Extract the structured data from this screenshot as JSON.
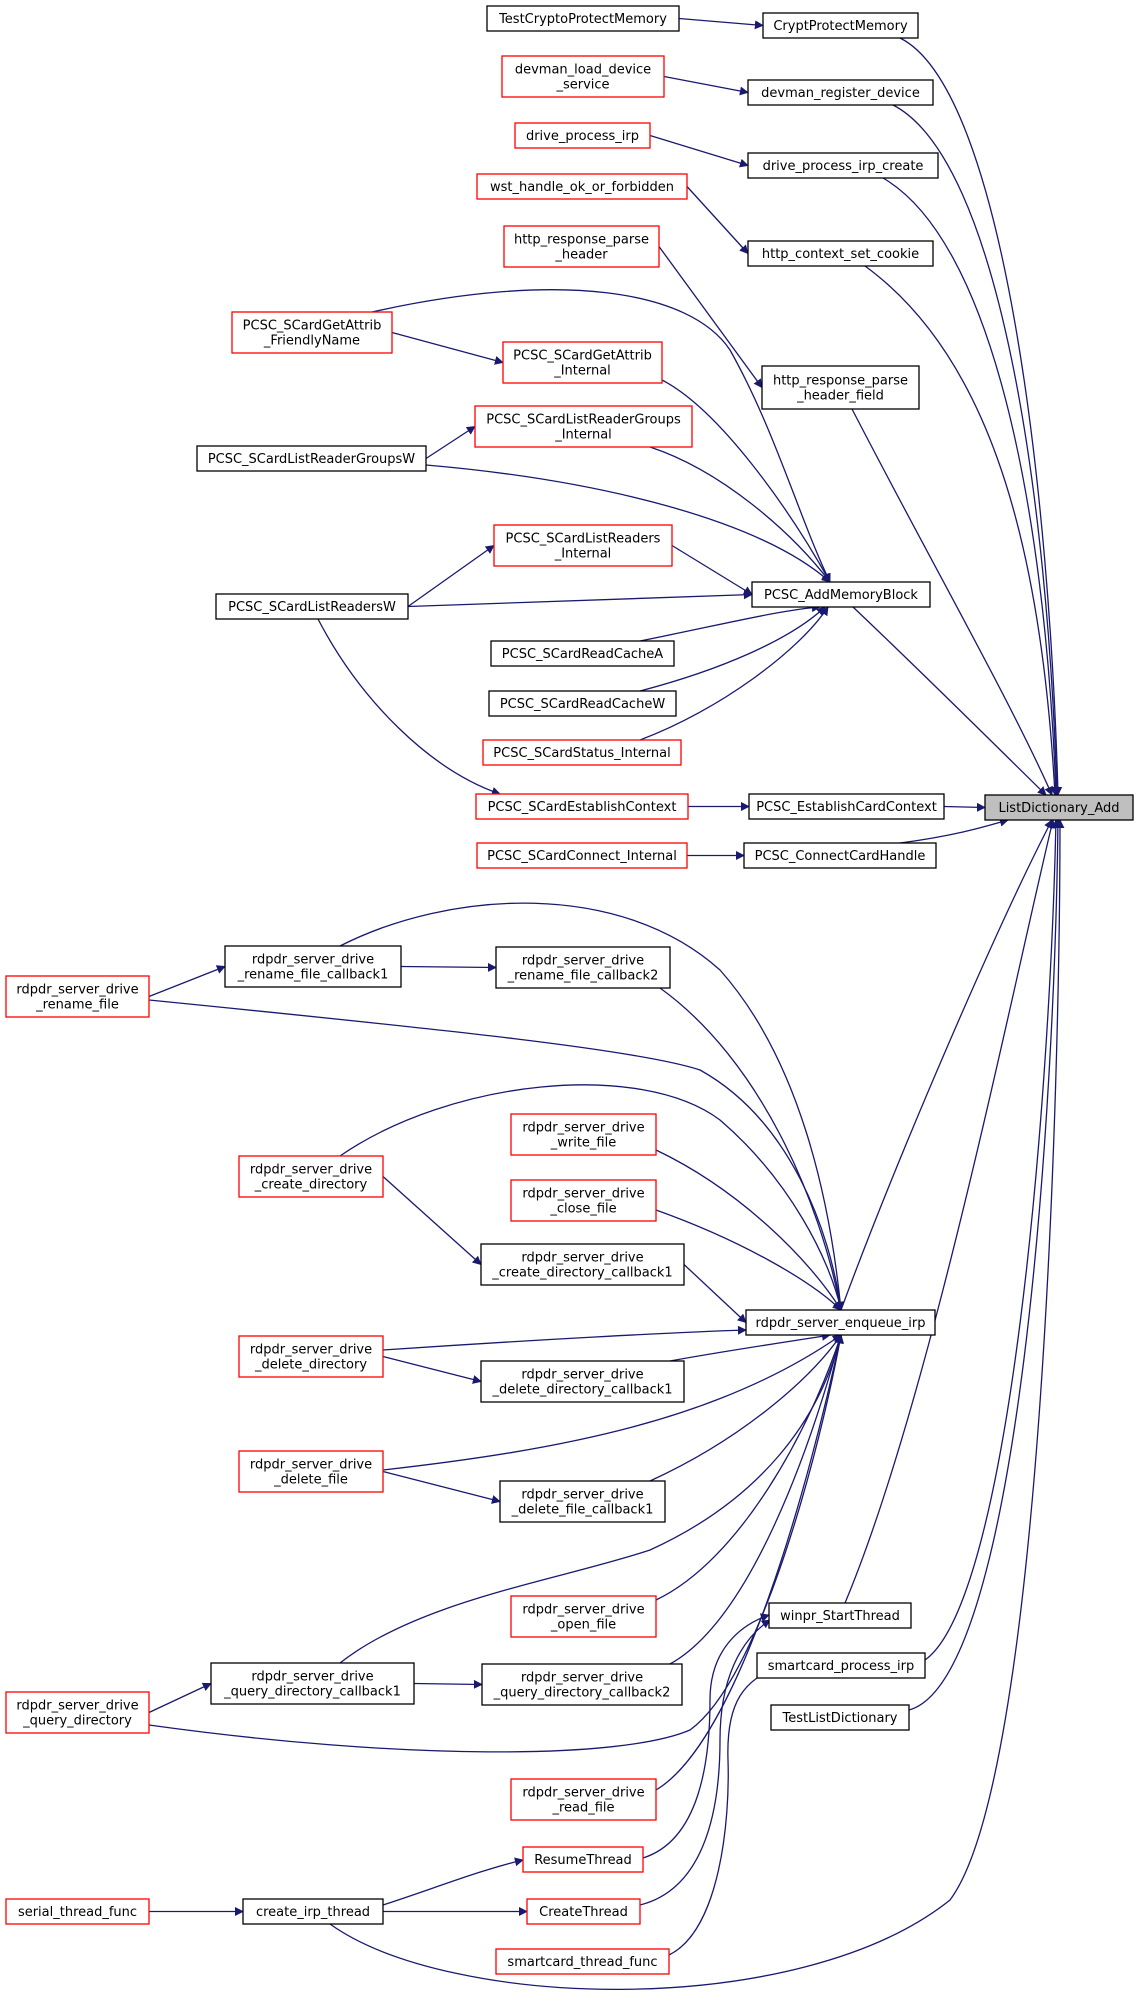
{
  "graph": {
    "title": "",
    "colors": {
      "edge": "#191970",
      "node_fill": "#ffffff",
      "node_border": "#000000",
      "undocumented_border": "#ff0000",
      "root_fill": "#bfbfbf"
    },
    "nodes": [
      {
        "id": "listdictionary-add",
        "lines": [
          "ListDictionary_Add"
        ],
        "style": "root"
      },
      {
        "id": "cryptprotectmemory",
        "lines": [
          "CryptProtectMemory"
        ],
        "style": "black"
      },
      {
        "id": "testcryptoprotectmemory",
        "lines": [
          "TestCryptoProtectMemory"
        ],
        "style": "black"
      },
      {
        "id": "devman-register-device",
        "lines": [
          "devman_register_device"
        ],
        "style": "black"
      },
      {
        "id": "devman-load-device-service",
        "lines": [
          "devman_load_device",
          "_service"
        ],
        "style": "red"
      },
      {
        "id": "drive-process-irp-create",
        "lines": [
          "drive_process_irp_create"
        ],
        "style": "black"
      },
      {
        "id": "drive-process-irp",
        "lines": [
          "drive_process_irp"
        ],
        "style": "red"
      },
      {
        "id": "http-context-set-cookie",
        "lines": [
          "http_context_set_cookie"
        ],
        "style": "black"
      },
      {
        "id": "wst-handle-ok-or-forbidden",
        "lines": [
          "wst_handle_ok_or_forbidden"
        ],
        "style": "red"
      },
      {
        "id": "http-response-parse-header-field",
        "lines": [
          "http_response_parse",
          "_header_field"
        ],
        "style": "black"
      },
      {
        "id": "http-response-parse-header",
        "lines": [
          "http_response_parse",
          "_header"
        ],
        "style": "red"
      },
      {
        "id": "pcsc-addmemoryblock",
        "lines": [
          "PCSC_AddMemoryBlock"
        ],
        "style": "black"
      },
      {
        "id": "pcsc-scardgetattrib-friendlyname",
        "lines": [
          "PCSC_SCardGetAttrib",
          "_FriendlyName"
        ],
        "style": "red"
      },
      {
        "id": "pcsc-scardgetattrib-internal",
        "lines": [
          "PCSC_SCardGetAttrib",
          "_Internal"
        ],
        "style": "red"
      },
      {
        "id": "pcsc-scardlistreadergroups-internal",
        "lines": [
          "PCSC_SCardListReaderGroups",
          "_Internal"
        ],
        "style": "red"
      },
      {
        "id": "pcsc-scardlistreadergroupsw",
        "lines": [
          "PCSC_SCardListReaderGroupsW"
        ],
        "style": "black"
      },
      {
        "id": "pcsc-scardlistreaders-internal",
        "lines": [
          "PCSC_SCardListReaders",
          "_Internal"
        ],
        "style": "red"
      },
      {
        "id": "pcsc-scardlistreadersw",
        "lines": [
          "PCSC_SCardListReadersW"
        ],
        "style": "black"
      },
      {
        "id": "pcsc-scardreadcachea",
        "lines": [
          "PCSC_SCardReadCacheA"
        ],
        "style": "black"
      },
      {
        "id": "pcsc-scardreadcachew",
        "lines": [
          "PCSC_SCardReadCacheW"
        ],
        "style": "black"
      },
      {
        "id": "pcsc-scardstatus-internal",
        "lines": [
          "PCSC_SCardStatus_Internal"
        ],
        "style": "red"
      },
      {
        "id": "pcsc-scardestablishcontext",
        "lines": [
          "PCSC_SCardEstablishContext"
        ],
        "style": "red"
      },
      {
        "id": "pcsc-establishcardcontext",
        "lines": [
          "PCSC_EstablishCardContext"
        ],
        "style": "black"
      },
      {
        "id": "pcsc-scardconnect-internal",
        "lines": [
          "PCSC_SCardConnect_Internal"
        ],
        "style": "red"
      },
      {
        "id": "pcsc-connectcardhandle",
        "lines": [
          "PCSC_ConnectCardHandle"
        ],
        "style": "black"
      },
      {
        "id": "rdpdr-rename-file-callback1",
        "lines": [
          "rdpdr_server_drive",
          "_rename_file_callback1"
        ],
        "style": "black"
      },
      {
        "id": "rdpdr-rename-file-callback2",
        "lines": [
          "rdpdr_server_drive",
          "_rename_file_callback2"
        ],
        "style": "black"
      },
      {
        "id": "rdpdr-rename-file",
        "lines": [
          "rdpdr_server_drive",
          "_rename_file"
        ],
        "style": "red"
      },
      {
        "id": "rdpdr-write-file",
        "lines": [
          "rdpdr_server_drive",
          "_write_file"
        ],
        "style": "red"
      },
      {
        "id": "rdpdr-create-directory",
        "lines": [
          "rdpdr_server_drive",
          "_create_directory"
        ],
        "style": "red"
      },
      {
        "id": "rdpdr-close-file",
        "lines": [
          "rdpdr_server_drive",
          "_close_file"
        ],
        "style": "red"
      },
      {
        "id": "rdpdr-create-directory-callback1",
        "lines": [
          "rdpdr_server_drive",
          "_create_directory_callback1"
        ],
        "style": "black"
      },
      {
        "id": "rdpdr-server-enqueue-irp",
        "lines": [
          "rdpdr_server_enqueue_irp"
        ],
        "style": "black"
      },
      {
        "id": "rdpdr-delete-directory",
        "lines": [
          "rdpdr_server_drive",
          "_delete_directory"
        ],
        "style": "red"
      },
      {
        "id": "rdpdr-delete-directory-callback1",
        "lines": [
          "rdpdr_server_drive",
          "_delete_directory_callback1"
        ],
        "style": "black"
      },
      {
        "id": "rdpdr-delete-file",
        "lines": [
          "rdpdr_server_drive",
          "_delete_file"
        ],
        "style": "red"
      },
      {
        "id": "rdpdr-delete-file-callback1",
        "lines": [
          "rdpdr_server_drive",
          "_delete_file_callback1"
        ],
        "style": "black"
      },
      {
        "id": "winpr-startthread",
        "lines": [
          "winpr_StartThread"
        ],
        "style": "black"
      },
      {
        "id": "rdpdr-open-file",
        "lines": [
          "rdpdr_server_drive",
          "_open_file"
        ],
        "style": "red"
      },
      {
        "id": "rdpdr-query-directory-callback1",
        "lines": [
          "rdpdr_server_drive",
          "_query_directory_callback1"
        ],
        "style": "black"
      },
      {
        "id": "rdpdr-query-directory-callback2",
        "lines": [
          "rdpdr_server_drive",
          "_query_directory_callback2"
        ],
        "style": "black"
      },
      {
        "id": "smartcard-process-irp",
        "lines": [
          "smartcard_process_irp"
        ],
        "style": "black"
      },
      {
        "id": "rdpdr-query-directory",
        "lines": [
          "rdpdr_server_drive",
          "_query_directory"
        ],
        "style": "red"
      },
      {
        "id": "testlistdictionary",
        "lines": [
          "TestListDictionary"
        ],
        "style": "black"
      },
      {
        "id": "rdpdr-read-file",
        "lines": [
          "rdpdr_server_drive",
          "_read_file"
        ],
        "style": "red"
      },
      {
        "id": "resumethread",
        "lines": [
          "ResumeThread"
        ],
        "style": "red"
      },
      {
        "id": "serial-thread-func",
        "lines": [
          "serial_thread_func"
        ],
        "style": "red"
      },
      {
        "id": "create-irp-thread",
        "lines": [
          "create_irp_thread"
        ],
        "style": "black"
      },
      {
        "id": "createthread",
        "lines": [
          "CreateThread"
        ],
        "style": "red"
      },
      {
        "id": "smartcard-thread-func",
        "lines": [
          "smartcard_thread_func"
        ],
        "style": "red"
      }
    ],
    "edges": [
      [
        "testcryptoprotectmemory",
        "cryptprotectmemory"
      ],
      [
        "cryptprotectmemory",
        "listdictionary-add"
      ],
      [
        "devman-load-device-service",
        "devman-register-device"
      ],
      [
        "devman-register-device",
        "listdictionary-add"
      ],
      [
        "drive-process-irp",
        "drive-process-irp-create"
      ],
      [
        "drive-process-irp-create",
        "listdictionary-add"
      ],
      [
        "wst-handle-ok-or-forbidden",
        "http-context-set-cookie"
      ],
      [
        "http-context-set-cookie",
        "listdictionary-add"
      ],
      [
        "http-response-parse-header",
        "http-response-parse-header-field"
      ],
      [
        "http-response-parse-header-field",
        "listdictionary-add"
      ],
      [
        "pcsc-addmemoryblock",
        "listdictionary-add"
      ],
      [
        "pcsc-scardgetattrib-friendlyname",
        "pcsc-addmemoryblock"
      ],
      [
        "pcsc-scardgetattrib-friendlyname",
        "pcsc-scardgetattrib-internal"
      ],
      [
        "pcsc-scardgetattrib-internal",
        "pcsc-addmemoryblock"
      ],
      [
        "pcsc-scardlistreadergroupsw",
        "pcsc-scardlistreadergroups-internal"
      ],
      [
        "pcsc-scardlistreadergroups-internal",
        "pcsc-addmemoryblock"
      ],
      [
        "pcsc-scardlistreadergroupsw",
        "pcsc-addmemoryblock"
      ],
      [
        "pcsc-scardlistreadersw",
        "pcsc-scardlistreaders-internal"
      ],
      [
        "pcsc-scardlistreaders-internal",
        "pcsc-addmemoryblock"
      ],
      [
        "pcsc-scardlistreadersw",
        "pcsc-addmemoryblock"
      ],
      [
        "pcsc-scardreadcachea",
        "pcsc-addmemoryblock"
      ],
      [
        "pcsc-scardreadcachew",
        "pcsc-addmemoryblock"
      ],
      [
        "pcsc-scardstatus-internal",
        "pcsc-addmemoryblock"
      ],
      [
        "pcsc-scardlistreadersw",
        "pcsc-scardestablishcontext"
      ],
      [
        "pcsc-scardestablishcontext",
        "pcsc-establishcardcontext"
      ],
      [
        "pcsc-establishcardcontext",
        "listdictionary-add"
      ],
      [
        "pcsc-scardconnect-internal",
        "pcsc-connectcardhandle"
      ],
      [
        "pcsc-connectcardhandle",
        "listdictionary-add"
      ],
      [
        "rdpdr-server-enqueue-irp",
        "listdictionary-add"
      ],
      [
        "rdpdr-rename-file",
        "rdpdr-rename-file-callback1"
      ],
      [
        "rdpdr-rename-file-callback1",
        "rdpdr-rename-file-callback2"
      ],
      [
        "rdpdr-rename-file-callback1",
        "rdpdr-server-enqueue-irp"
      ],
      [
        "rdpdr-rename-file-callback2",
        "rdpdr-server-enqueue-irp"
      ],
      [
        "rdpdr-rename-file",
        "rdpdr-server-enqueue-irp"
      ],
      [
        "rdpdr-write-file",
        "rdpdr-server-enqueue-irp"
      ],
      [
        "rdpdr-create-directory",
        "rdpdr-server-enqueue-irp"
      ],
      [
        "rdpdr-create-directory",
        "rdpdr-create-directory-callback1"
      ],
      [
        "rdpdr-close-file",
        "rdpdr-server-enqueue-irp"
      ],
      [
        "rdpdr-create-directory-callback1",
        "rdpdr-server-enqueue-irp"
      ],
      [
        "rdpdr-delete-directory",
        "rdpdr-server-enqueue-irp"
      ],
      [
        "rdpdr-delete-directory",
        "rdpdr-delete-directory-callback1"
      ],
      [
        "rdpdr-delete-directory-callback1",
        "rdpdr-server-enqueue-irp"
      ],
      [
        "rdpdr-delete-file",
        "rdpdr-server-enqueue-irp"
      ],
      [
        "rdpdr-delete-file",
        "rdpdr-delete-file-callback1"
      ],
      [
        "rdpdr-delete-file-callback1",
        "rdpdr-server-enqueue-irp"
      ],
      [
        "rdpdr-open-file",
        "rdpdr-server-enqueue-irp"
      ],
      [
        "rdpdr-query-directory",
        "rdpdr-query-directory-callback1"
      ],
      [
        "rdpdr-query-directory-callback1",
        "rdpdr-query-directory-callback2"
      ],
      [
        "rdpdr-query-directory-callback1",
        "rdpdr-server-enqueue-irp"
      ],
      [
        "rdpdr-query-directory-callback2",
        "rdpdr-server-enqueue-irp"
      ],
      [
        "rdpdr-query-directory",
        "rdpdr-server-enqueue-irp"
      ],
      [
        "rdpdr-read-file",
        "rdpdr-server-enqueue-irp"
      ],
      [
        "winpr-startthread",
        "listdictionary-add"
      ],
      [
        "smartcard-process-irp",
        "listdictionary-add"
      ],
      [
        "testlistdictionary",
        "listdictionary-add"
      ],
      [
        "resumethread",
        "winpr-startthread"
      ],
      [
        "createthread",
        "winpr-startthread"
      ],
      [
        "smartcard-thread-func",
        "smartcard-process-irp"
      ],
      [
        "serial-thread-func",
        "create-irp-thread"
      ],
      [
        "create-irp-thread",
        "resumethread"
      ],
      [
        "create-irp-thread",
        "createthread"
      ],
      [
        "create-irp-thread",
        "listdictionary-add"
      ]
    ]
  }
}
